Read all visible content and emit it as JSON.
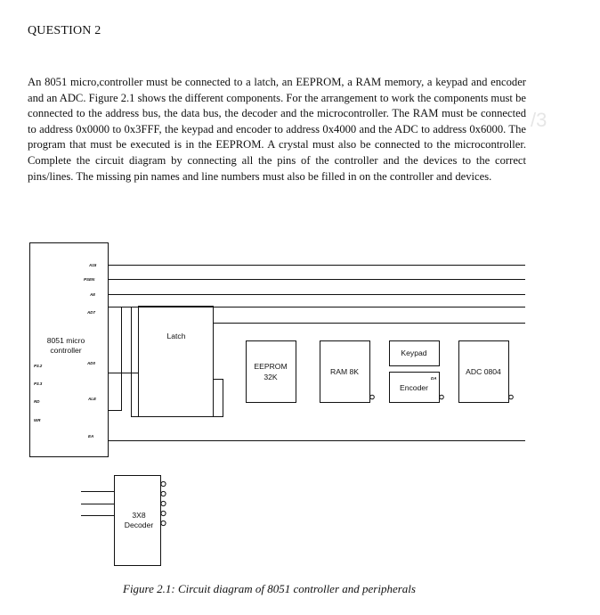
{
  "question": {
    "heading": "QUESTION 2",
    "paragraph": "An 8051 micro,controller must be connected to a latch, an EEPROM, a RAM memory, a keypad and encoder and an ADC. Figure 2.1 shows the different components. For the arrangement to work the components must be connected to the address bus, the data bus, the decoder and the microcontroller. The RAM must be connected to address 0x0000 to 0x3FFF, the keypad and encoder to address 0x4000 and the ADC to address 0x6000. The program that must be executed is in the EEPROM. A crystal must also be connected to the microcontroller. Complete the circuit diagram by connecting all the pins of the controller and the devices to the correct pins/lines. The missing pin names and line numbers must also be filled in on the controller and devices.",
    "watermark": "/3"
  },
  "diagram": {
    "controller": {
      "name_line1": "8051 micro",
      "name_line2": "controller",
      "pins": {
        "a15": "A15",
        "psen": "PSEN",
        "a8": "A8",
        "ad7": "AD7",
        "ad0": "AD0",
        "ale": "ALE",
        "ea": "EA",
        "p32": "P3.2",
        "p33": "P3.3",
        "rd": "RD",
        "wr": "WR"
      }
    },
    "latch": "Latch",
    "eeprom_line1": "EEPROM",
    "eeprom_line2": "32K",
    "ram": "RAM 8K",
    "keypad": "Keypad",
    "encoder": "Encoder",
    "encoder_pin": "DA",
    "adc": "ADC 0804",
    "decoder_line1": "3X8",
    "decoder_line2": "Decoder"
  },
  "caption": "Figure 2.1: Circuit diagram of 8051 controller and peripherals"
}
